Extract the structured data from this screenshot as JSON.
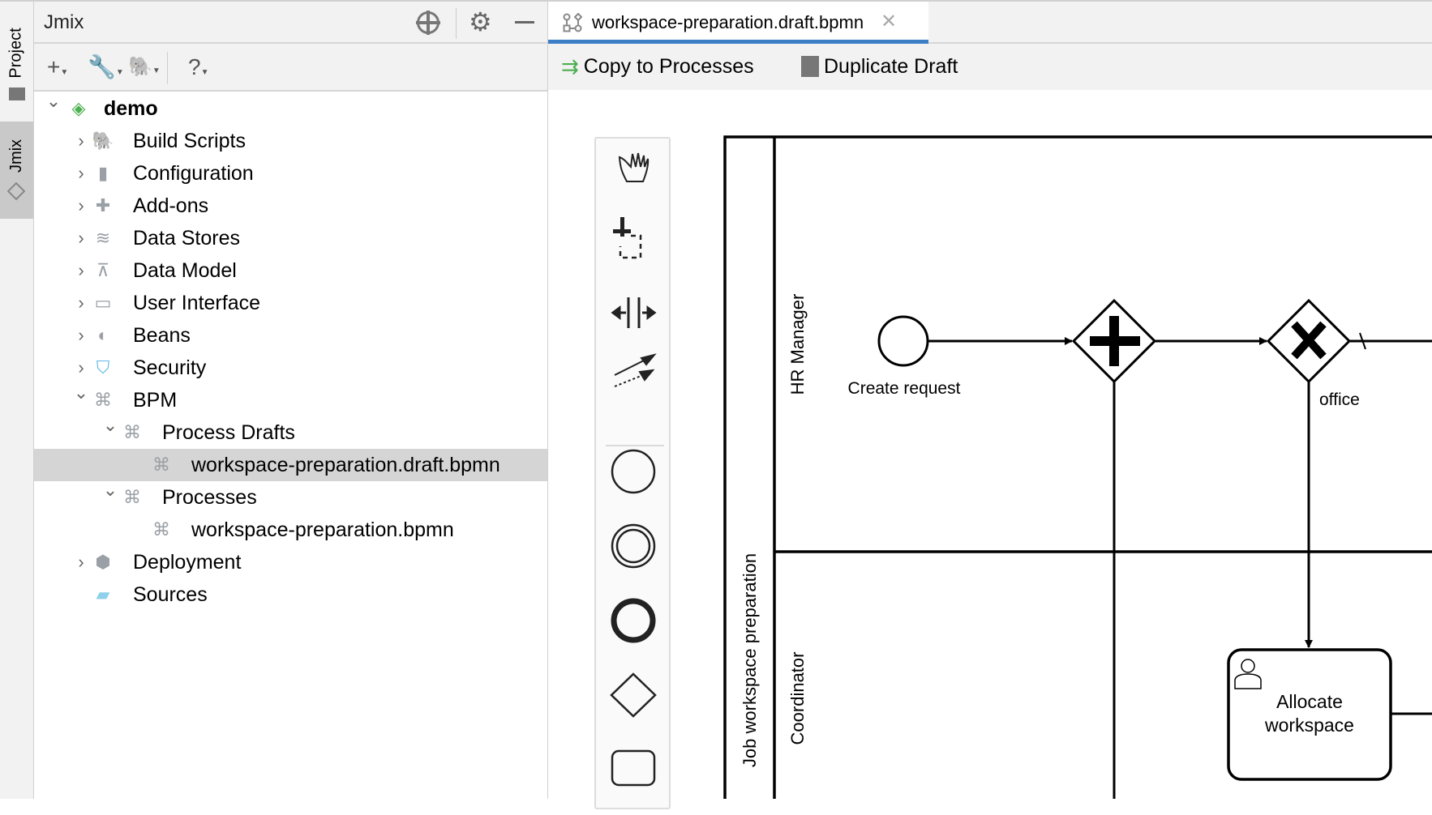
{
  "side_stripe": {
    "tabs": [
      {
        "label": "Project"
      },
      {
        "label": "Jmix"
      }
    ]
  },
  "panel": {
    "title": "Jmix",
    "header_icons": [
      "crosshair-icon",
      "gear-icon",
      "minimize-icon"
    ],
    "toolbar_icons": [
      "add-icon",
      "wrench-icon",
      "gradle-icon",
      "help-icon"
    ],
    "tree": [
      {
        "label": "demo",
        "level": 0,
        "state": "expanded",
        "icon": "jmix-project-icon",
        "bold": true
      },
      {
        "label": "Build Scripts",
        "level": 1,
        "state": "collapsed",
        "icon": "gradle-icon"
      },
      {
        "label": "Configuration",
        "level": 1,
        "state": "collapsed",
        "icon": "config-icon"
      },
      {
        "label": "Add-ons",
        "level": 1,
        "state": "collapsed",
        "icon": "puzzle-icon"
      },
      {
        "label": "Data Stores",
        "level": 1,
        "state": "collapsed",
        "icon": "database-icon"
      },
      {
        "label": "Data Model",
        "level": 1,
        "state": "collapsed",
        "icon": "data-model-icon"
      },
      {
        "label": "User Interface",
        "level": 1,
        "state": "collapsed",
        "icon": "window-icon"
      },
      {
        "label": "Beans",
        "level": 1,
        "state": "collapsed",
        "icon": "bean-icon"
      },
      {
        "label": "Security",
        "level": 1,
        "state": "collapsed",
        "icon": "shield-icon"
      },
      {
        "label": "BPM",
        "level": 1,
        "state": "expanded",
        "icon": "bpm-icon"
      },
      {
        "label": "Process Drafts",
        "level": 2,
        "state": "expanded",
        "icon": "bpm-draft-icon"
      },
      {
        "label": "workspace-preparation.draft.bpmn",
        "level": 3,
        "state": "leaf",
        "icon": "bpm-draft-icon",
        "selected": true
      },
      {
        "label": "Processes",
        "level": 2,
        "state": "expanded",
        "icon": "bpm-icon"
      },
      {
        "label": "workspace-preparation.bpmn",
        "level": 3,
        "state": "leaf",
        "icon": "bpm-icon"
      },
      {
        "label": "Deployment",
        "level": 1,
        "state": "collapsed",
        "icon": "deployment-icon"
      },
      {
        "label": "Sources",
        "level": 1,
        "state": "leaf",
        "icon": "folder-icon"
      }
    ]
  },
  "editor": {
    "tab_label": "workspace-preparation.draft.bpmn",
    "toolbar": {
      "copy_label": "Copy to Processes",
      "duplicate_label": "Duplicate Draft"
    },
    "palette": [
      "hand-tool-icon",
      "lasso-tool-icon",
      "space-tool-icon",
      "connect-tool-icon",
      "start-event-icon",
      "intermediate-event-icon",
      "end-event-icon",
      "gateway-icon",
      "task-icon"
    ],
    "diagram": {
      "pool_label": "Job workspace preparation",
      "lanes": [
        "HR Manager",
        "Coordinator"
      ],
      "start_event_label": "Create request",
      "exclusive_gateway_label": "office",
      "task_label_line1": "Allocate",
      "task_label_line2": "workspace"
    }
  },
  "colors": {
    "accent": "#3d7fc7",
    "selection": "#d5d5d5",
    "green": "#4caf50",
    "info": "#3a9bd9"
  }
}
